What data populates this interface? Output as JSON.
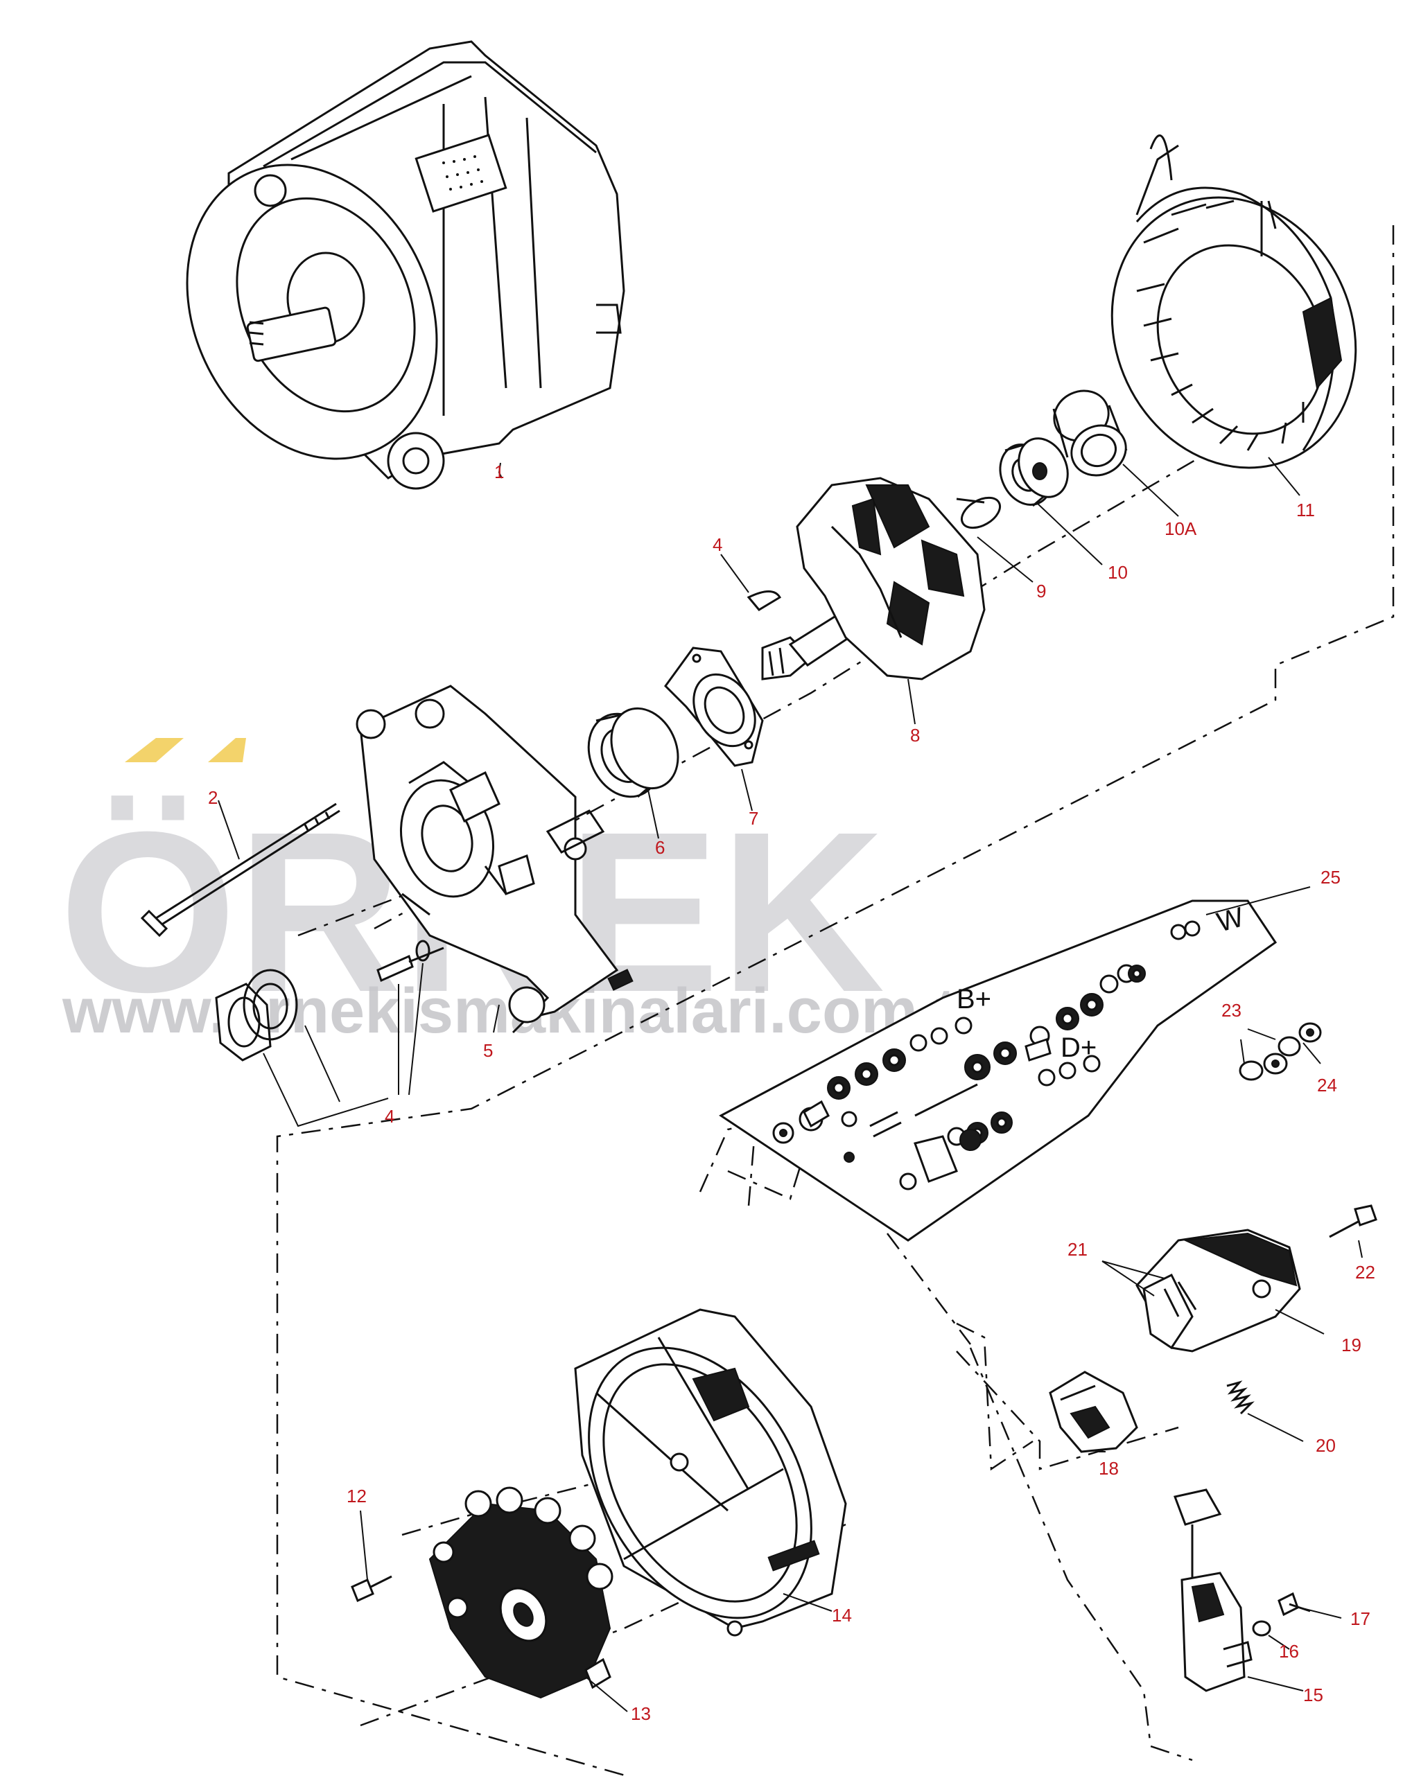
{
  "watermark": {
    "brand": "ÖRNEK",
    "url": "www.ornekismakinalari.com.tr",
    "brand_color": "#d4d4d8",
    "accent_color": "#f3d36b"
  },
  "labels": {
    "p1": "1",
    "p2": "2",
    "p4a": "4",
    "p4b": "4",
    "p5": "5",
    "p6": "6",
    "p7": "7",
    "p8": "8",
    "p9": "9",
    "p10": "10",
    "p10a": "10A",
    "p11": "11",
    "p12": "12",
    "p13": "13",
    "p14": "14",
    "p15": "15",
    "p16": "16",
    "p17": "17",
    "p18": "18",
    "p19": "19",
    "p20": "20",
    "p21": "21",
    "p22": "22",
    "p23": "23",
    "p24": "24",
    "p25": "25"
  },
  "terminals": {
    "b_plus": "B+",
    "d_plus": "D+",
    "w": "W"
  },
  "colors": {
    "label": "#c0171d",
    "line": "#111111"
  }
}
